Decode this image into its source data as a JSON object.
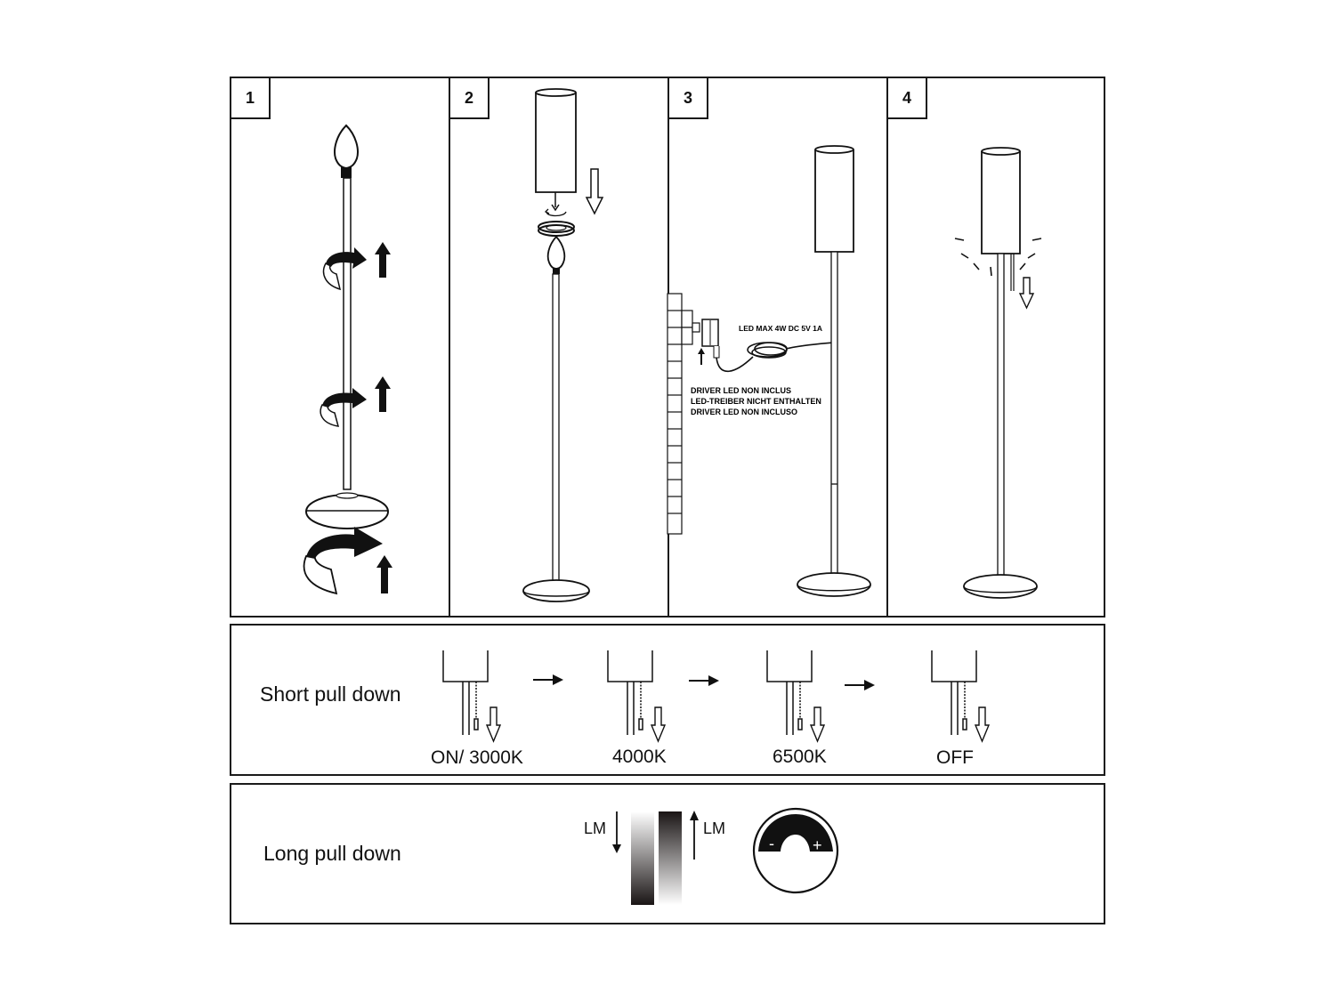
{
  "steps": [
    "1",
    "2",
    "3",
    "4"
  ],
  "driver_note": {
    "spec": "LED MAX 4W DC 5V 1A",
    "lines": [
      "DRIVER LED NON INCLUS",
      "LED-TREIBER NICHT ENTHALTEN",
      "DRIVER LED NON INCLUSO"
    ]
  },
  "short_pull": {
    "title": "Short pull down",
    "states": [
      "ON/ 3000K",
      "4000K",
      "6500K",
      "OFF"
    ]
  },
  "long_pull": {
    "title": "Long pull down",
    "lm_down": "LM",
    "lm_up": "LM",
    "minus": "-",
    "plus": "+"
  }
}
